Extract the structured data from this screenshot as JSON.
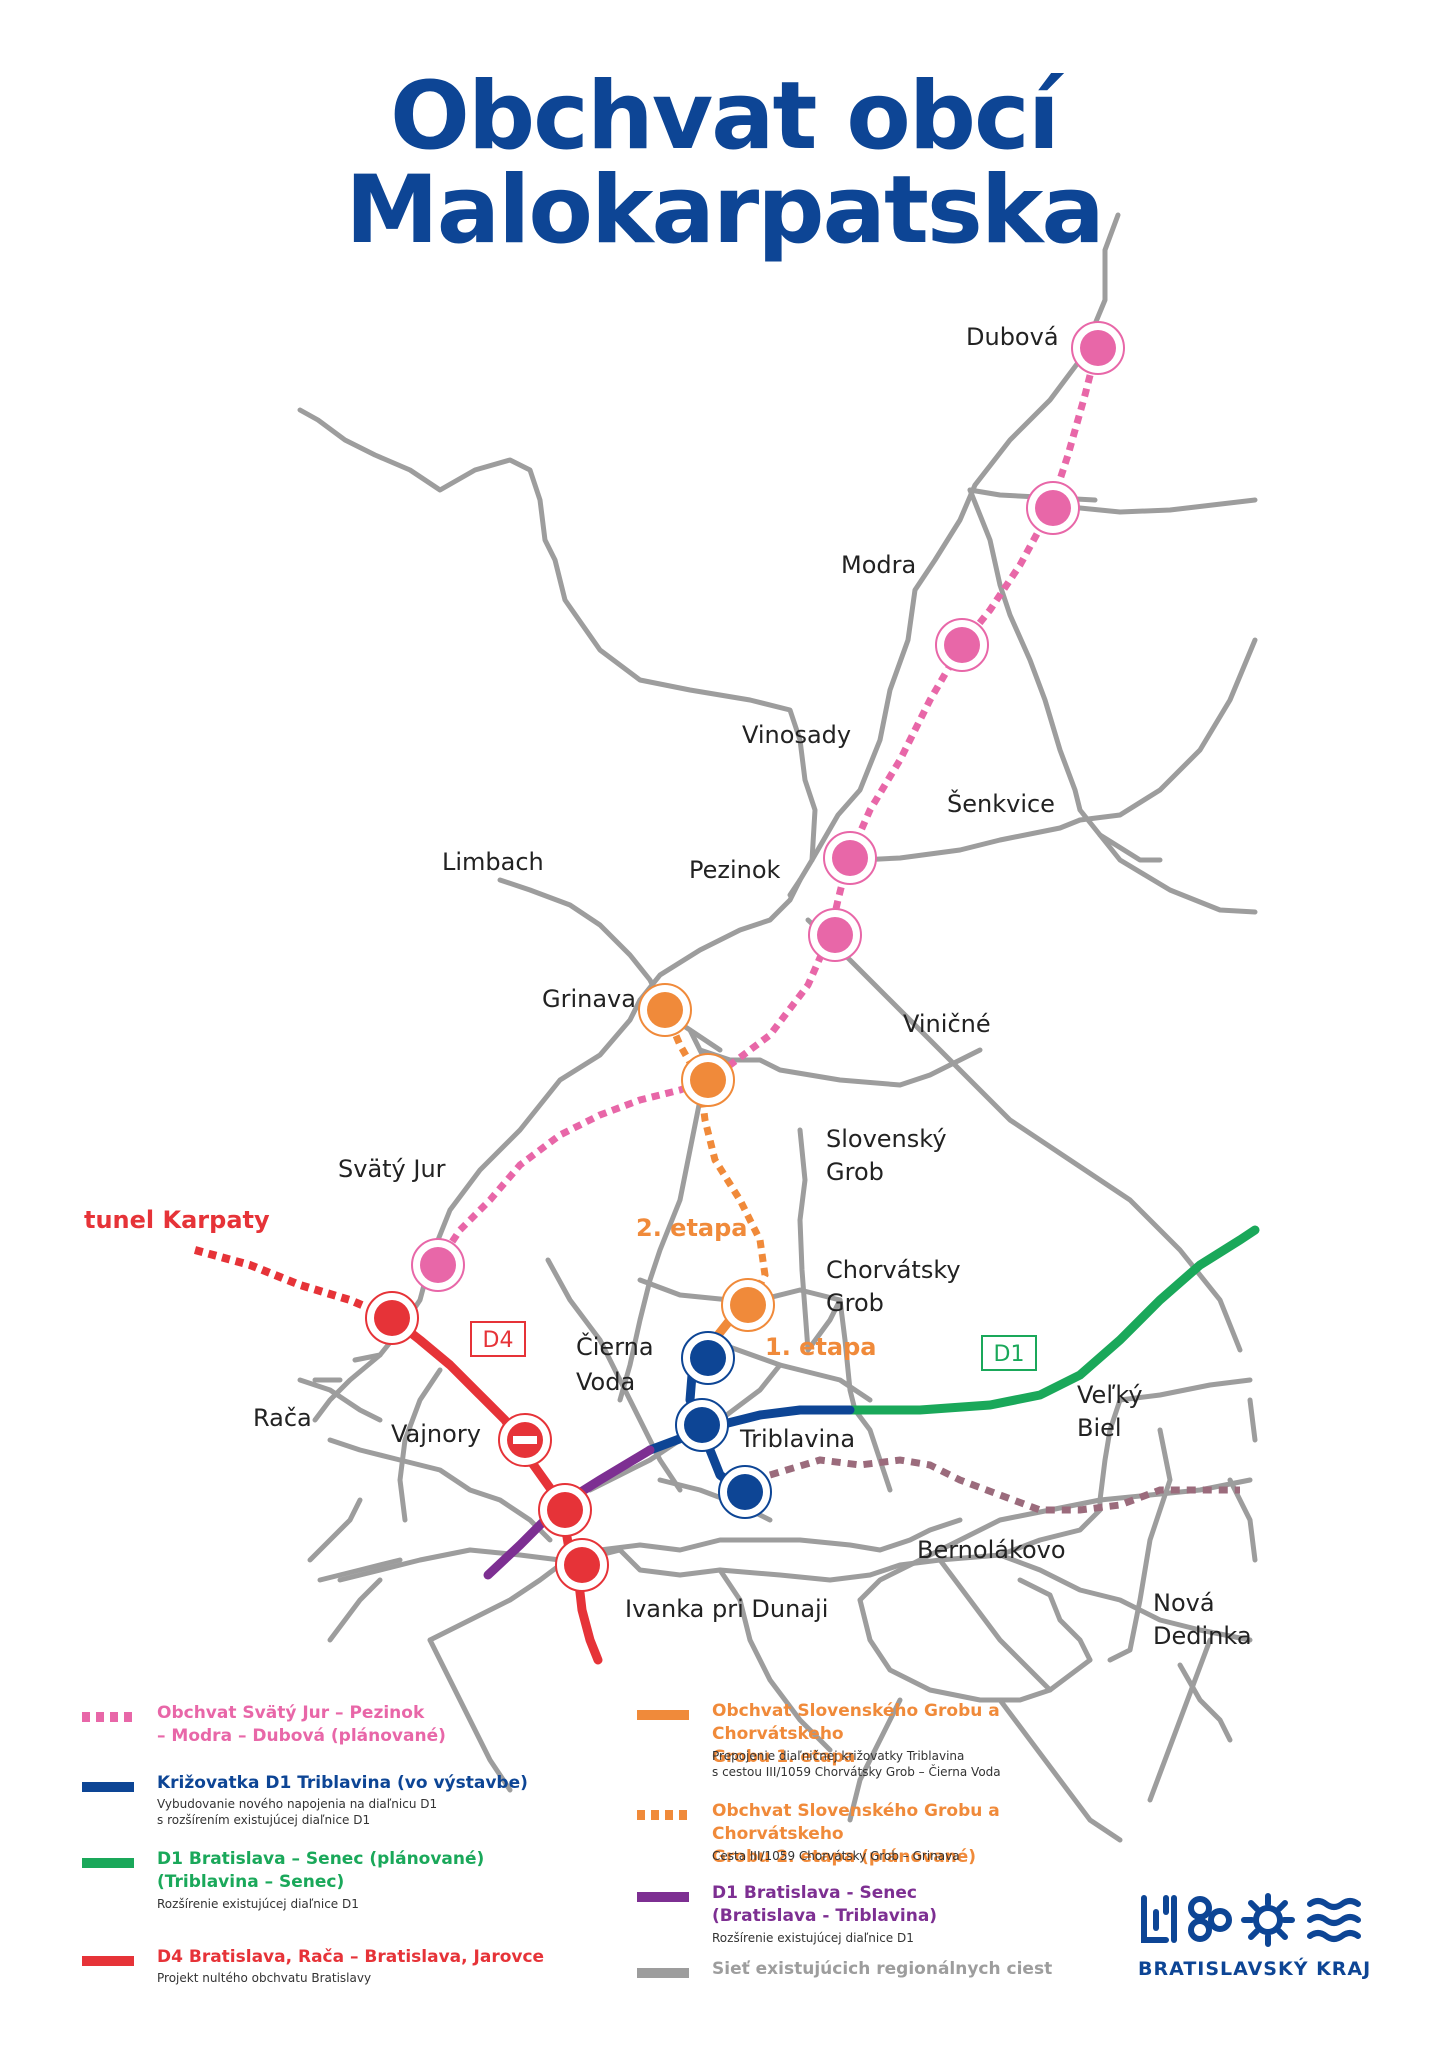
{
  "title": "Obchvat obcí Malokarpatska",
  "colors": {
    "pink": "#e867a8",
    "blue": "#0d4595",
    "green": "#1aa85a",
    "red": "#e63338",
    "orange": "#f08a3a",
    "purple": "#7d2f92",
    "gray": "#9d9d9d",
    "mauve": "#9b6b7c"
  },
  "places": {
    "dubova": "Dubová",
    "modra": "Modra",
    "vinosady": "Vinosady",
    "senkvice": "Šenkvice",
    "limbach": "Limbach",
    "pezinok": "Pezinok",
    "grinava": "Grinava",
    "vinicne": "Viničné",
    "svaty_jur": "Svätý Jur",
    "slovensky_grob_1": "Slovenský",
    "slovensky_grob_2": "Grob",
    "chorvatsky_grob_1": "Chorvátsky",
    "chorvatsky_grob_2": "Grob",
    "cierna_voda_1": "Čierna",
    "cierna_voda_2": "Voda",
    "raca": "Rača",
    "vajnory": "Vajnory",
    "triblavina": "Triblavina",
    "velky_biel_1": "Veľký",
    "velky_biel_2": "Biel",
    "bernolakovo": "Bernolákovo",
    "ivanka": "Ivanka pri Dunaji",
    "nova_dedinka_1": "Nová",
    "nova_dedinka_2": "Dedinka"
  },
  "map_labels": {
    "tunel": "tunel Karpaty",
    "etapa2": "2. etapa",
    "etapa1": "1. etapa",
    "d4": "D4",
    "d1": "D1"
  },
  "legend": [
    {
      "title": "Obchvat Svätý Jur – Pezinok\n– Modra – Dubová  (plánované)",
      "subtitle": "",
      "color": "#e867a8",
      "dotted": true
    },
    {
      "title": "Križovatka D1 Triblavina (vo výstavbe)",
      "subtitle": "Vybudovanie nového napojenia na diaľnicu D1\ns rozšírením existujúcej diaľnice D1",
      "color": "#0d4595",
      "dotted": false
    },
    {
      "title": "D1 Bratislava – Senec (plánované)\n(Triblavina – Senec)",
      "subtitle": "Rozšírenie existujúcej diaľnice D1",
      "color": "#1aa85a",
      "dotted": false
    },
    {
      "title": "D4 Bratislava, Rača – Bratislava, Jarovce",
      "subtitle": "Projekt nultého obchvatu Bratislavy",
      "color": "#e63338",
      "dotted": false
    },
    {
      "title": "Obchvat Slovenského Grobu a Chorvátskeho\nGrobu 1. etapa",
      "subtitle": "Prepojenie diaľničnej križovatky Triblavina\ns cestou III/1059 Chorvátsky Grob – Čierna Voda",
      "color": "#f08a3a",
      "dotted": false
    },
    {
      "title": "Obchvat Slovenského Grobu a Chorvátskeho\nGrobu 2. etapa (plánované)",
      "subtitle": "Cesta III/1059 Chorvátsky Grob – Grinava",
      "color": "#f08a3a",
      "dotted": true
    },
    {
      "title": "D1 Bratislava - Senec\n(Bratislava - Triblavina)",
      "subtitle": "Rozšírenie existujúcej diaľnice D1",
      "color": "#7d2f92",
      "dotted": false
    },
    {
      "title": "Sieť existujúcich regionálnych ciest",
      "subtitle": "",
      "color": "#9d9d9d",
      "dotted": false
    }
  ],
  "logo": {
    "text": "BRATISLAVSKÝ KRAJ",
    "icon": "bratislava-region-logo-icon"
  }
}
